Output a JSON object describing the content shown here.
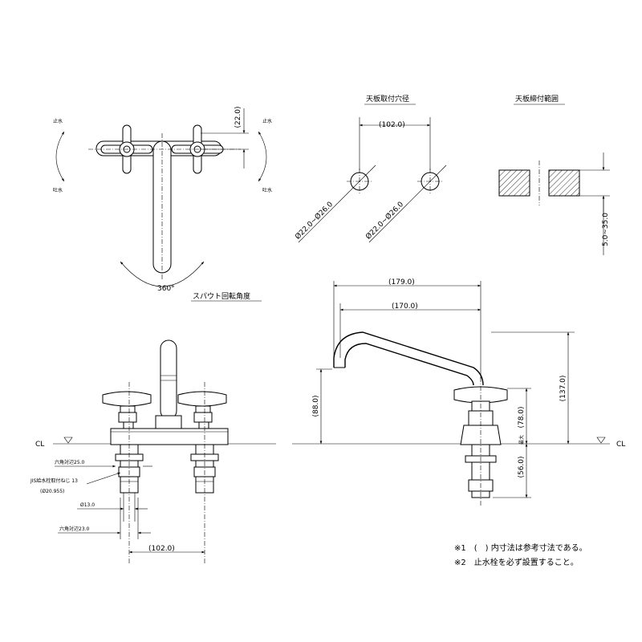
{
  "top_view": {
    "stop_label_left": "止水",
    "discharge_label_left": "吐水",
    "stop_label_right": "止水",
    "discharge_label_right": "吐水",
    "handle_offset": "(22.0)",
    "rotation_angle": "360°",
    "rotation_caption": "スパウト回転角度"
  },
  "hole_detail": {
    "title": "天板取付穴径",
    "pitch": "(102.0)",
    "hole_dia_left": "Ø22.0~Ø26.0",
    "hole_dia_right": "Ø22.0~Ø26.0"
  },
  "counter_detail": {
    "title": "天板締付範囲",
    "thickness_range": "5.0~35.0"
  },
  "front_view": {
    "cl_label": "CL",
    "hex_25": "六角対辺25.0",
    "thread_label": "JIS給水栓取付ねじ 13",
    "thread_dia": "(Ø20.955)",
    "dia_13": "Ø13.0",
    "hex_23": "六角対辺23.0",
    "pitch": "(102.0)"
  },
  "side_view": {
    "reach_total": "(179.0)",
    "reach": "(170.0)",
    "spout_height": "(88.0)",
    "total_height": "(137.0)",
    "max_label": "最大",
    "max_height": "(78.0)",
    "shank_length": "(56.0)",
    "cl_label": "CL"
  },
  "notes": [
    "※1　(　) 内寸法は参考寸法である。",
    "※2　止水栓を必ず設置すること。"
  ]
}
